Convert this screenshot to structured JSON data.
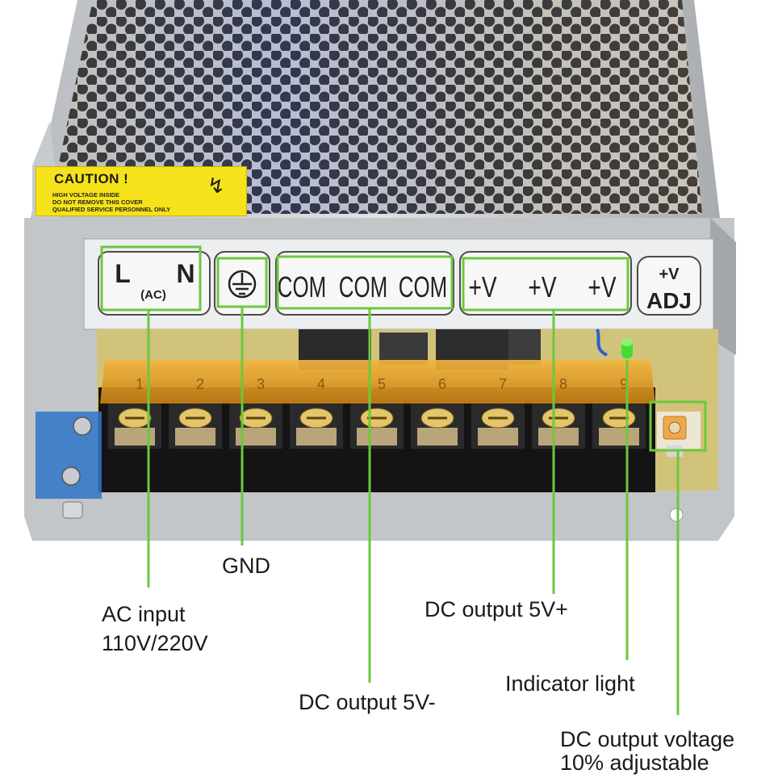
{
  "caution_label": {
    "title": "CAUTION !",
    "lines": [
      "HIGH VOLTAGE INSIDE",
      "DO NOT REMOVE THIS COVER",
      "QUALIFIED SERVICE PERSONNEL ONLY"
    ]
  },
  "terminal_strip": {
    "l_label": "L",
    "n_label": "N",
    "ac_label": "(AC)",
    "com_labels": [
      "COM",
      "COM",
      "COM"
    ],
    "v_labels": [
      "+V",
      "+V",
      "+V"
    ],
    "adj_top": "+V",
    "adj_bottom": "ADJ",
    "terminal_numbers": [
      "1",
      "2",
      "3",
      "4",
      "5",
      "6",
      "7",
      "8",
      "9"
    ]
  },
  "callouts": {
    "gnd": "GND",
    "ac_input_line1": "AC input",
    "ac_input_line2": "110V/220V",
    "dc_negative": "DC output 5V-",
    "dc_positive": "DC output 5V+",
    "indicator": "Indicator light",
    "adjust_line1": "DC output voltage",
    "adjust_line2": "10% adjustable"
  },
  "colors": {
    "highlight_green": "#6cc83c",
    "chassis": "#c7cacd",
    "terminal_cover": "#e9a52a",
    "caution_yellow": "#f6e21a",
    "pcb": "#d2c37a",
    "indicator_led": "#44dd33"
  }
}
